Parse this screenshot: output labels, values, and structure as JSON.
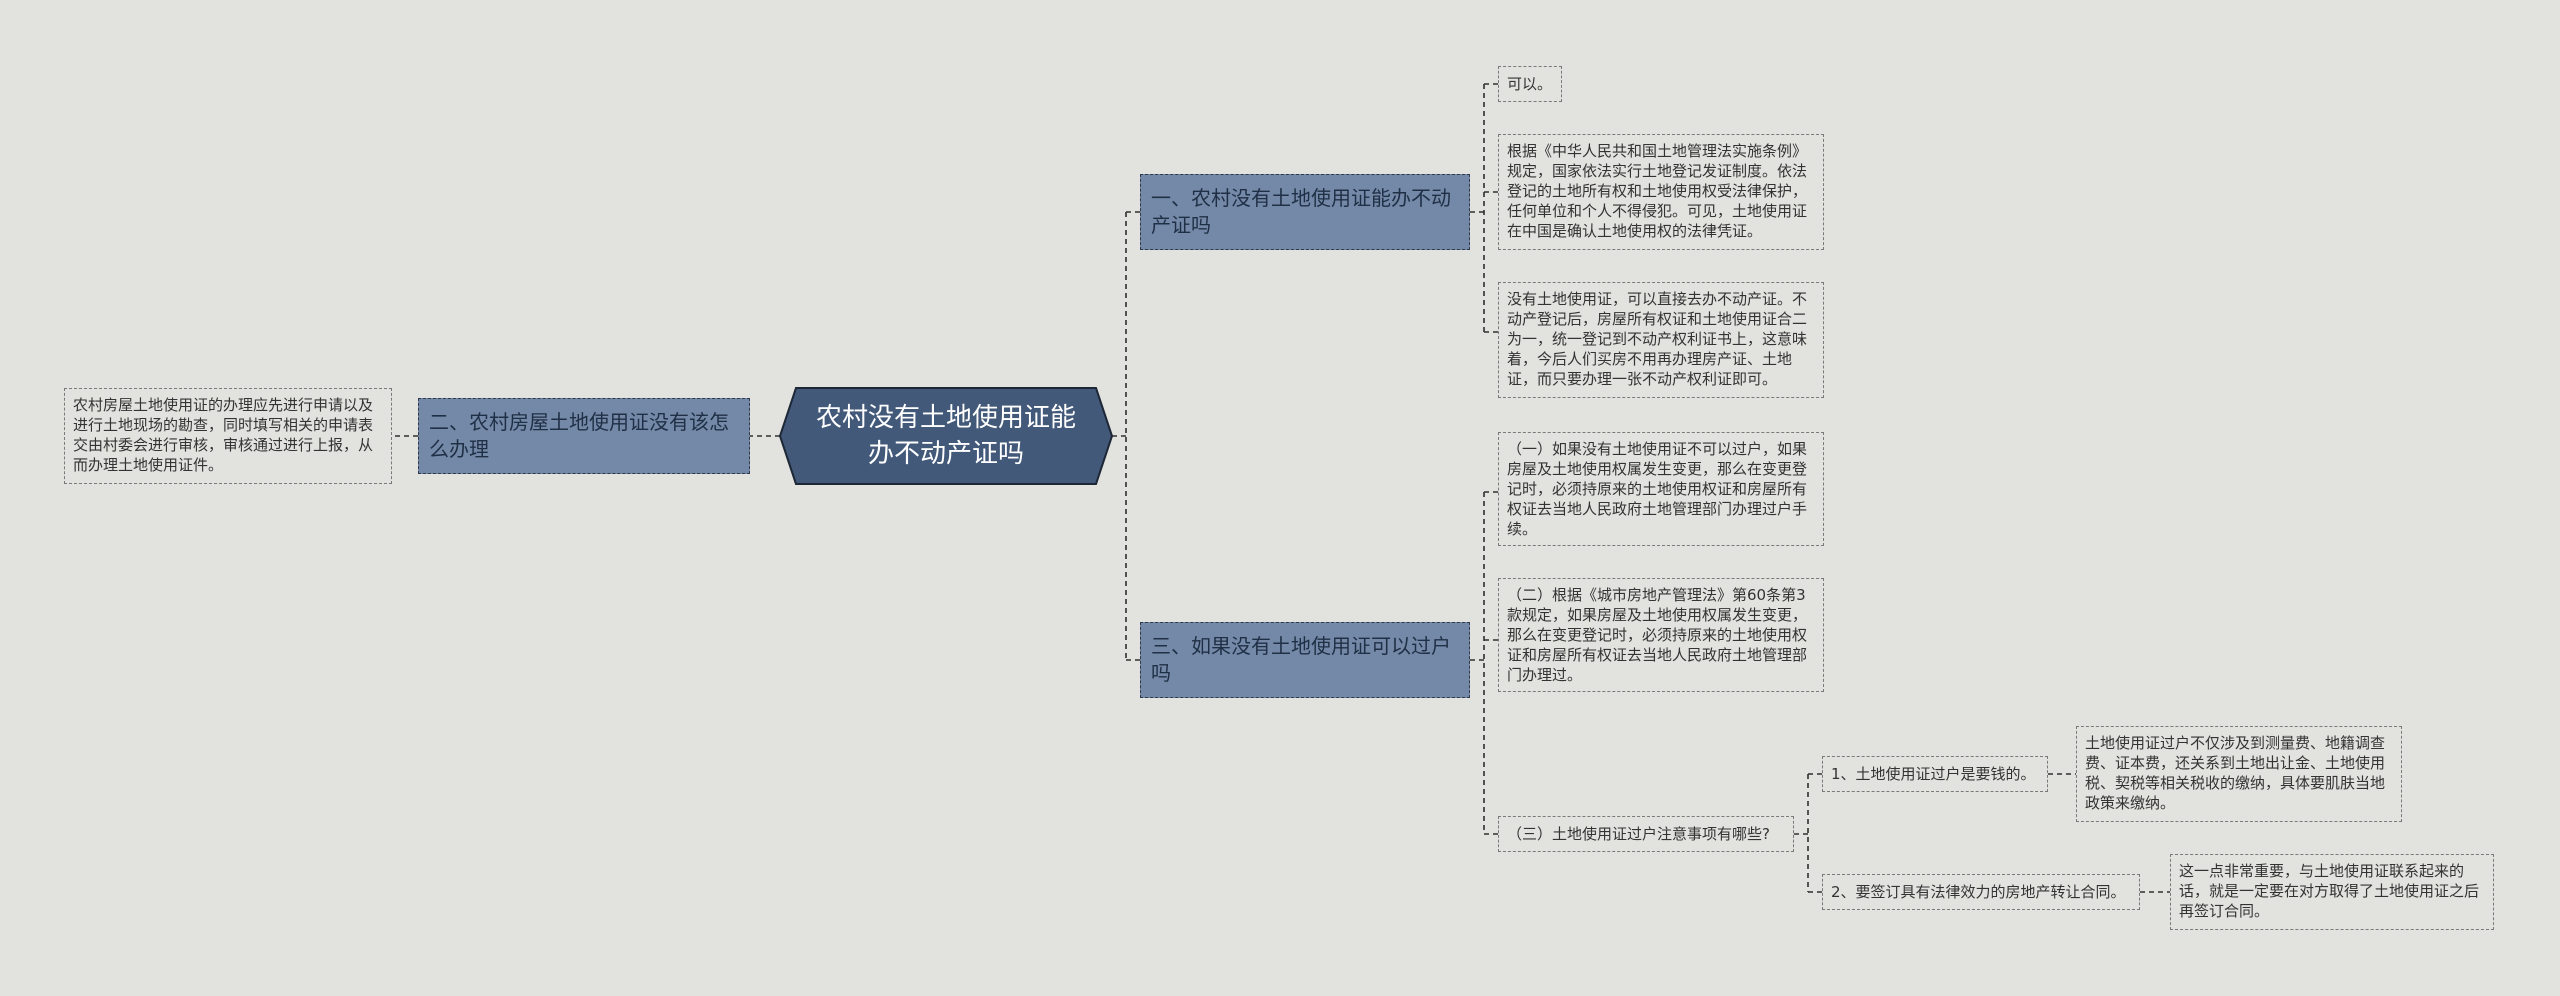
{
  "root": {
    "text": "农村没有土地使用证能办不动产证吗"
  },
  "branches": {
    "b1": {
      "label": "一、农村没有土地使用证能办不动产证吗",
      "children": [
        "可以。",
        "根据《中华人民共和国土地管理法实施条例》规定，国家依法实行土地登记发证制度。依法登记的土地所有权和土地使用权受法律保护，任何单位和个人不得侵犯。可见，土地使用证在中国是确认土地使用权的法律凭证。",
        "没有土地使用证，可以直接去办不动产证。不动产登记后，房屋所有权证和土地使用证合二为一，统一登记到不动产权利证书上，这意味着，今后人们买房不用再办理房产证、土地证，而只要办理一张不动产权利证即可。"
      ]
    },
    "b2": {
      "label": "二、农村房屋土地使用证没有该怎么办理",
      "children": [
        "农村房屋土地使用证的办理应先进行申请以及进行土地现场的勘查，同时填写相关的申请表交由村委会进行审核，审核通过进行上报，从而办理土地使用证件。"
      ]
    },
    "b3": {
      "label": "三、如果没有土地使用证可以过户吗",
      "children": [
        "（一）如果没有土地使用证不可以过户，如果房屋及土地使用权属发生变更，那么在变更登记时，必须持原来的土地使用权证和房屋所有权证去当地人民政府土地管理部门办理过户手续。",
        "（二）根据《城市房地产管理法》第60条第3款规定，如果房屋及土地使用权属发生变更，那么在变更登记时，必须持原来的土地使用权证和房屋所有权证去当地人民政府土地管理部门办理过。",
        "（三）土地使用证过户注意事项有哪些?"
      ],
      "sub": [
        {
          "label": "1、土地使用证过户是要钱的。",
          "detail": "土地使用证过户不仅涉及到测量费、地籍调查费、证本费，还关系到土地出让金、土地使用税、契税等相关税收的缴纳，具体要肌肤当地政策来缴纳。"
        },
        {
          "label": "2、要签订具有法律效力的房地产转让合同。",
          "detail": "这一点非常重要，与土地使用证联系起来的话，就是一定要在对方取得了土地使用证之后再签订合同。"
        }
      ]
    }
  },
  "colors": {
    "background": "#e2e2de",
    "root_fill": "#43597a",
    "branch_fill": "#7489a8",
    "connector": "#2f2f2f"
  }
}
